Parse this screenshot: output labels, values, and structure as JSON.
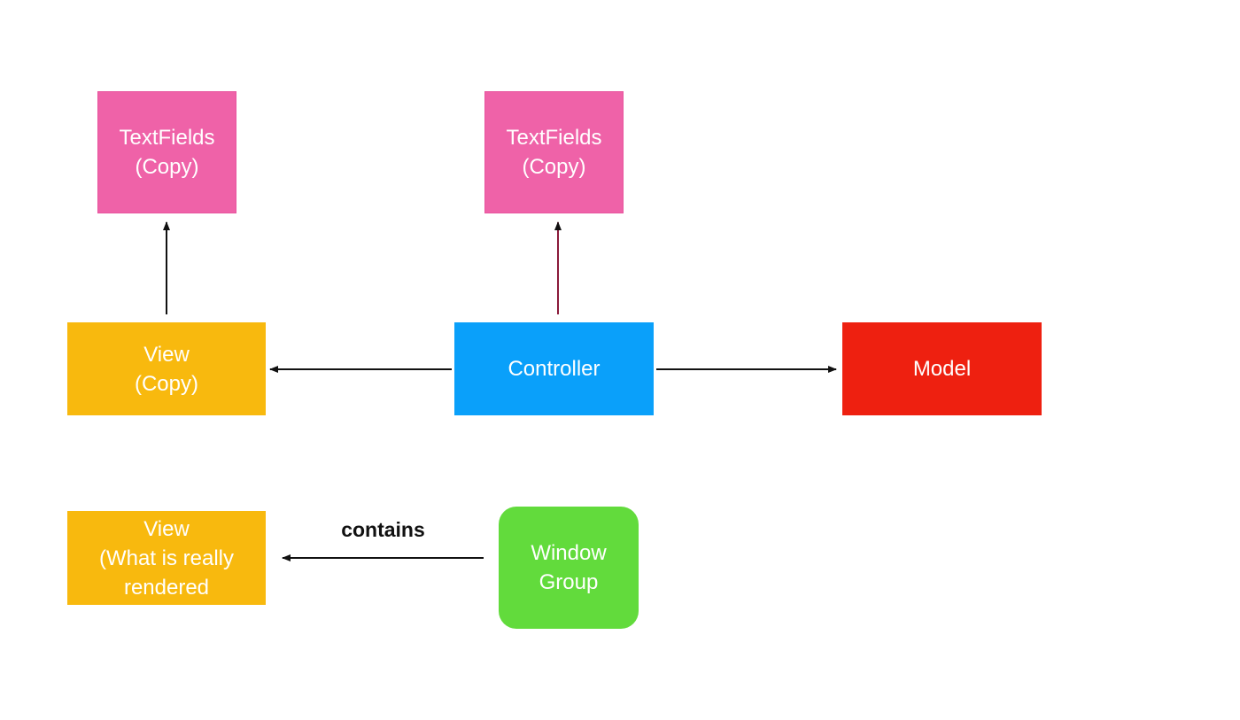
{
  "colors": {
    "textfields": "#ef62a8",
    "view": "#f8b90e",
    "controller": "#0aa0fa",
    "model": "#ee2010",
    "window_group": "#62db3c",
    "arrow": "#111111",
    "arrow_accent": "#8a1a3a"
  },
  "nodes": {
    "textfields_left": {
      "label": "TextFields\n(Copy)"
    },
    "textfields_center": {
      "label": "TextFields\n(Copy)"
    },
    "view_copy": {
      "label": "View\n(Copy)"
    },
    "controller": {
      "label": "Controller"
    },
    "model": {
      "label": "Model"
    },
    "view_rendered": {
      "label": "View\n(What is really\nrendered"
    },
    "window_group": {
      "label": "Window\nGroup"
    }
  },
  "edges": [
    {
      "from": "view_copy",
      "to": "textfields_left",
      "label": ""
    },
    {
      "from": "controller",
      "to": "textfields_center",
      "label": ""
    },
    {
      "from": "controller",
      "to": "view_copy",
      "label": ""
    },
    {
      "from": "controller",
      "to": "model",
      "label": ""
    },
    {
      "from": "window_group",
      "to": "view_rendered",
      "label": "contains"
    }
  ]
}
